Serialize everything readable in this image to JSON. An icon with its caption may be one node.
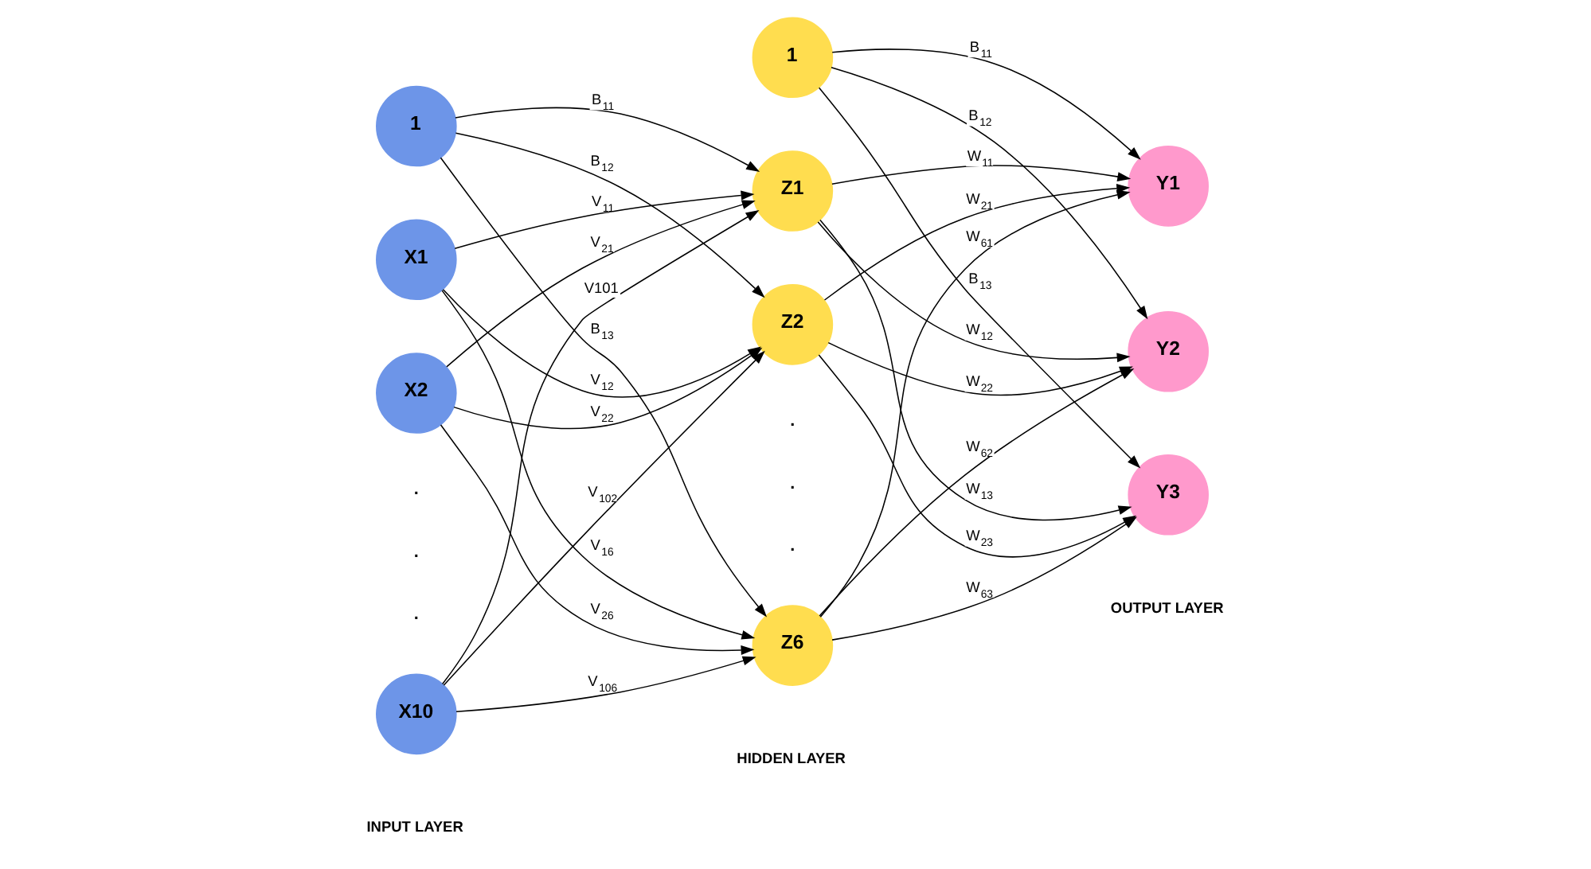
{
  "diagram": {
    "nodes": [
      {
        "text": [
          "1"
        ]
      },
      {
        "text": [
          "X1"
        ]
      },
      {
        "text": [
          "X2"
        ]
      },
      {
        "text": [
          "X10"
        ]
      },
      {
        "text": [
          "1"
        ]
      },
      {
        "text": [
          "Z1"
        ]
      },
      {
        "text": [
          "Z2"
        ]
      },
      {
        "text": [
          "Z6"
        ]
      },
      {
        "text": [
          "Y1"
        ]
      },
      {
        "text": [
          "Y2"
        ]
      },
      {
        "text": [
          "Y3"
        ]
      }
    ],
    "edges": [
      {
        "from": 0,
        "to": 5,
        "arrow": "to",
        "label": "B$_{11}$"
      },
      {
        "from": 0,
        "to": 6,
        "arrow": "to",
        "label": "B$_{12}$"
      },
      {
        "from": 0,
        "to": 7,
        "arrow": "to",
        "label": "B$_{13}$"
      },
      {
        "from": 1,
        "to": 5,
        "arrow": "to",
        "label": "V$_{11}$"
      },
      {
        "from": 1,
        "to": 6,
        "arrow": "to",
        "label": "V$_{12}$"
      },
      {
        "from": 1,
        "to": 7,
        "arrow": "to",
        "label": "V$_{16}$"
      },
      {
        "from": 2,
        "to": 5,
        "arrow": "to",
        "label": "V$_{21}$"
      },
      {
        "from": 2,
        "to": 6,
        "arrow": "to",
        "label": "V$_{22}$"
      },
      {
        "from": 2,
        "to": 7,
        "arrow": "to",
        "label": "V$_{26}$"
      },
      {
        "from": 3,
        "to": 5,
        "arrow": "to",
        "label": "V101"
      },
      {
        "from": 3,
        "to": 6,
        "arrow": "to",
        "label": "V$_{102}$"
      },
      {
        "from": 3,
        "to": 7,
        "arrow": "to",
        "label": "V$_{106}$"
      },
      {
        "from": 4,
        "to": 8,
        "arrow": "to",
        "label": "B$_{11}$"
      },
      {
        "from": 4,
        "to": 9,
        "arrow": "to",
        "label": "B$_{12}$"
      },
      {
        "from": 4,
        "to": 10,
        "arrow": "to",
        "label": "B$_{13}$"
      },
      {
        "from": 5,
        "to": 8,
        "arrow": "to",
        "label": "W$_{11}$"
      },
      {
        "from": 5,
        "to": 9,
        "arrow": "to",
        "label": "W$_{12}$"
      },
      {
        "from": 5,
        "to": 10,
        "arrow": "to",
        "label": "W$_{13}$"
      },
      {
        "from": 6,
        "to": 8,
        "arrow": "to",
        "label": "W$_{21}$"
      },
      {
        "from": 6,
        "to": 9,
        "arrow": "to",
        "label": "W$_{22}$"
      },
      {
        "from": 6,
        "to": 10,
        "arrow": "to",
        "label": "W$_{23}$"
      },
      {
        "from": 7,
        "to": 8,
        "arrow": "to",
        "label": "W$_{61}$"
      },
      {
        "from": 7,
        "to": 9,
        "arrow": "to",
        "label": "W$_{62}$"
      },
      {
        "from": 7,
        "to": 10,
        "arrow": "to",
        "label": "W$_{63}$"
      }
    ],
    "labels": [
      ".",
      ".",
      ".",
      ".",
      ".",
      ".",
      "INPUT LAYER",
      "HIDDEN LAYER",
      "OUTPUT LAYER"
    ]
  }
}
